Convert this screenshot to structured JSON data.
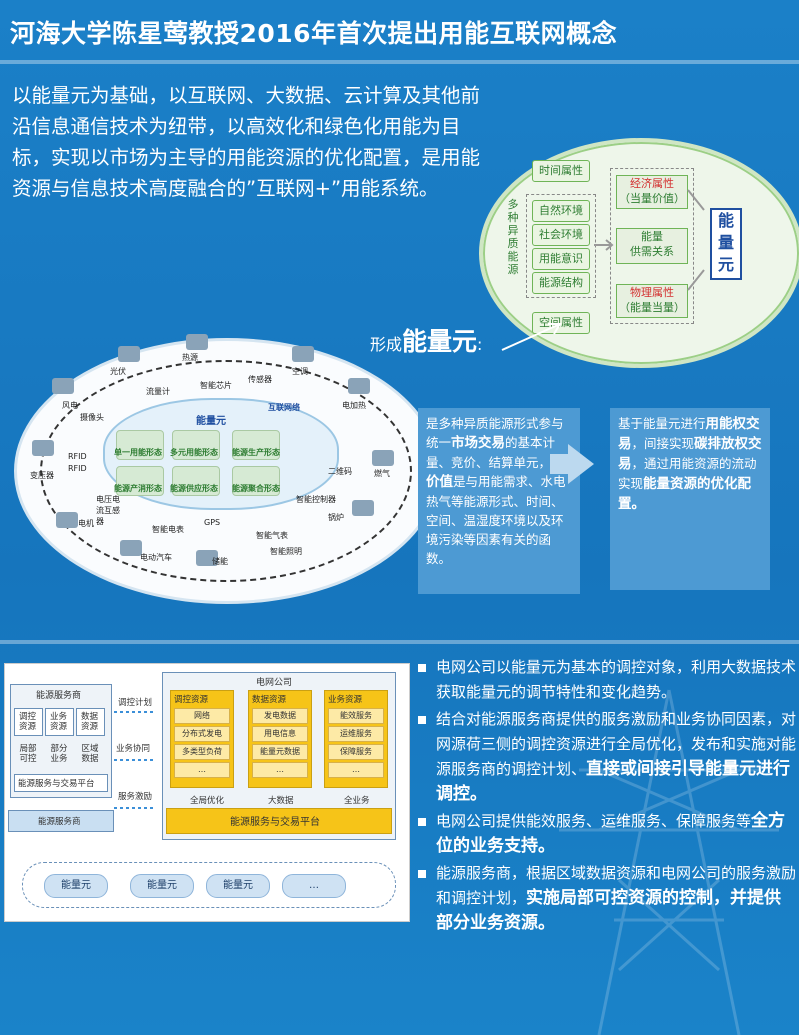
{
  "title": "河海大学陈星莺教授2016年首次提出用能互联网概念",
  "intro": "以能量元为基础，以互联网、大数据、云计算及其他前沿信息通信技术为纽带，以高效化和绿色化用能为目标，实现以市场为主导的用能资源的优化配置，是用能资源与信息技术高度融合的”互联网+”用能系统。",
  "circle": {
    "left_title": "多种异质能源",
    "time_attr": "时间属性",
    "space_attr": "空间属性",
    "env_items": [
      "自然环境",
      "社会环境",
      "用能意识",
      "能源结构"
    ],
    "econ_attr": "经济属性",
    "econ_sub": "（当量价值）",
    "supply": "能量\n供需关系",
    "phys_attr": "物理属性",
    "phys_sub": "（能量当量）",
    "unit": "能量元"
  },
  "formed": {
    "prefix": "形成",
    "word": "能量元",
    "suffix": ":"
  },
  "network": {
    "labels": [
      "光伏",
      "热源",
      "智能芯片",
      "空调",
      "风电",
      "流量计",
      "传感器",
      "电加热",
      "摄像头",
      "RFID",
      "RFID",
      "互联网络",
      "燃气",
      "变压器",
      "二维码",
      "电压电流互感器",
      "电机",
      "智能电表",
      "GPS",
      "智能控制器",
      "锅炉",
      "智能气表",
      "电动汽车",
      "储能",
      "智能照明"
    ],
    "cloud_title": "能量元",
    "cloud_items": [
      "单一用能形态",
      "多元用能形态",
      "能源生产形态",
      "能源产消形态",
      "能源供应形态",
      "能源聚合形态"
    ]
  },
  "desc1": {
    "p1": "是多种异质能源形式参与统一",
    "b1": "市场交易",
    "p2": "的基本计量、竞价、结算单元，其",
    "b2": "价值",
    "p3": "是与用能需求、水电热气等能源形式、时间、空间、温湿度环境以及环境污染等因素有关的函数。"
  },
  "desc2": {
    "p1": "基于能量元进行",
    "b1": "用能权交易",
    "p2": "，间接实现",
    "b2": "碳排放权交易",
    "p3": "，通过用能资源的流动实现",
    "b3": "能量资源的优化配置。"
  },
  "diagram": {
    "provider_title": "能源服务商",
    "provider_boxes": [
      "调控资源",
      "业务资源",
      "数据资源"
    ],
    "provider_small": [
      "局部可控",
      "部分业务",
      "区域数据"
    ],
    "provider_platform": "能源服务与交易平台",
    "provider_bottom": "能源服务商",
    "links": [
      "调控计划",
      "业务协同",
      "服务激励"
    ],
    "grid_title": "电网公司",
    "cols": [
      {
        "title": "调控资源",
        "items": [
          "网络",
          "分布式发电",
          "多类型负荷",
          "…"
        ]
      },
      {
        "title": "数据资源",
        "items": [
          "发电数据",
          "用电信息",
          "能量元数据",
          "…"
        ]
      },
      {
        "title": "业务资源",
        "items": [
          "能效服务",
          "运维服务",
          "保障服务",
          "…"
        ]
      }
    ],
    "col_arrows": [
      "全局优化",
      "大数据",
      "全业务"
    ],
    "grid_platform": "能源服务与交易平台",
    "units": [
      "能量元",
      "能量元",
      "能量元",
      "…"
    ]
  },
  "bullets": [
    {
      "text": "电网公司以能量元为基本的调控对象，利用大数据技术获取能量元的调节特性和变化趋势。",
      "bold": ""
    },
    {
      "text": "结合对能源服务商提供的服务激励和业务协同因素，对网源荷三侧的调控资源进行全局优化，发布和实施对能源服务商的调控计划、",
      "bold": "直接或间接引导能量元进行调控。"
    },
    {
      "text": "电网公司提供能效服务、运维服务、保障服务等",
      "bold": "全方位的业务支持。"
    },
    {
      "text": "能源服务商，根据区域数据资源和电网公司的服务激励和调控计划，",
      "bold": "实施局部可控资源的控制，并提供部分业务资源。"
    }
  ]
}
